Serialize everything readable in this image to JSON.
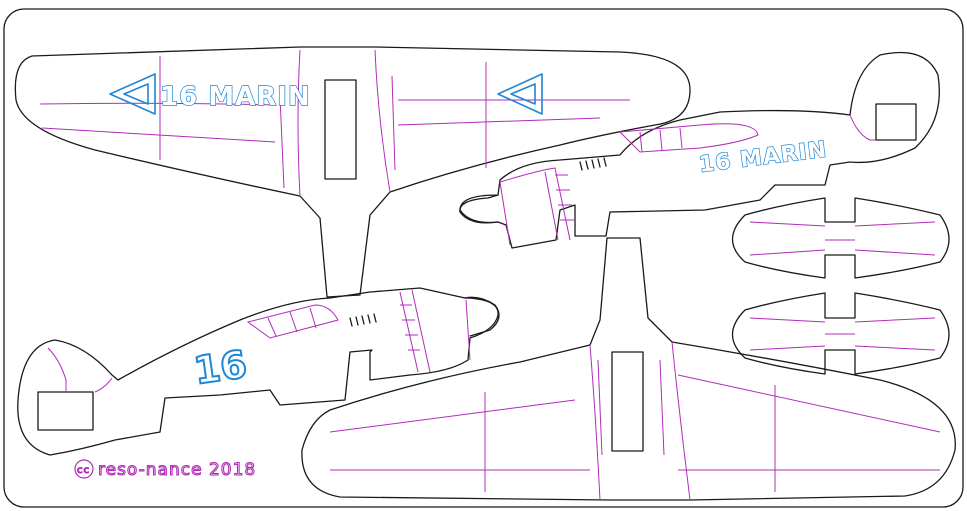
{
  "markings": {
    "top_wing_code": "16 MARIN",
    "fuselage_upper_code": "16 MARIN",
    "fuselage_lower_code": "16"
  },
  "credit": {
    "cc_symbol": "cc",
    "text": "reso-nance 2018"
  },
  "colors": {
    "cut_line": "#1a1a1a",
    "fold_line": "#b02cb8",
    "marking": "#1e86d6",
    "background": "#ffffff"
  }
}
